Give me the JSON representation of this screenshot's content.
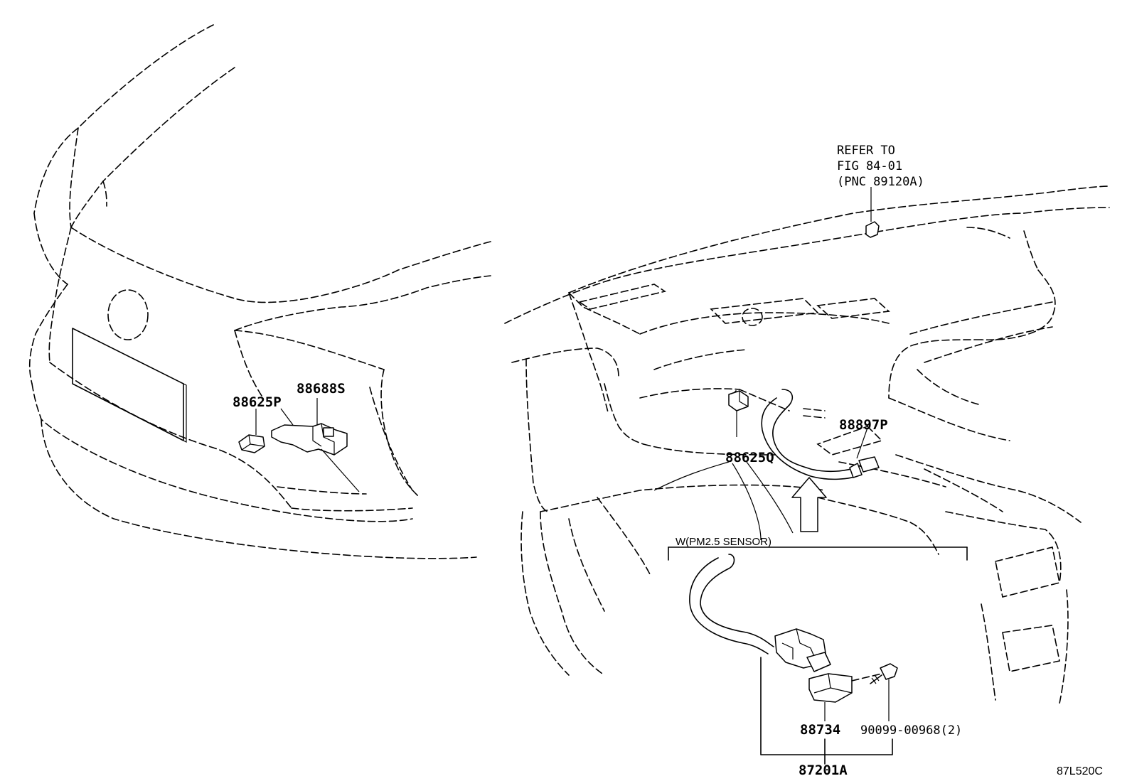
{
  "parts": {
    "left": {
      "p1": "88625P",
      "p2": "88688S"
    },
    "right": {
      "refer_line1": "REFER TO",
      "refer_line2": "FIG 84-01",
      "refer_line3": "(PNC 89120A)",
      "p3": "88897P",
      "p4": "88625Q"
    },
    "kit": {
      "title": "W(PM2.5 SENSOR)",
      "sensor": "88734",
      "screw": "90099-00968(2)",
      "assembly": "87201A"
    }
  },
  "drawing_code": "87L520C"
}
